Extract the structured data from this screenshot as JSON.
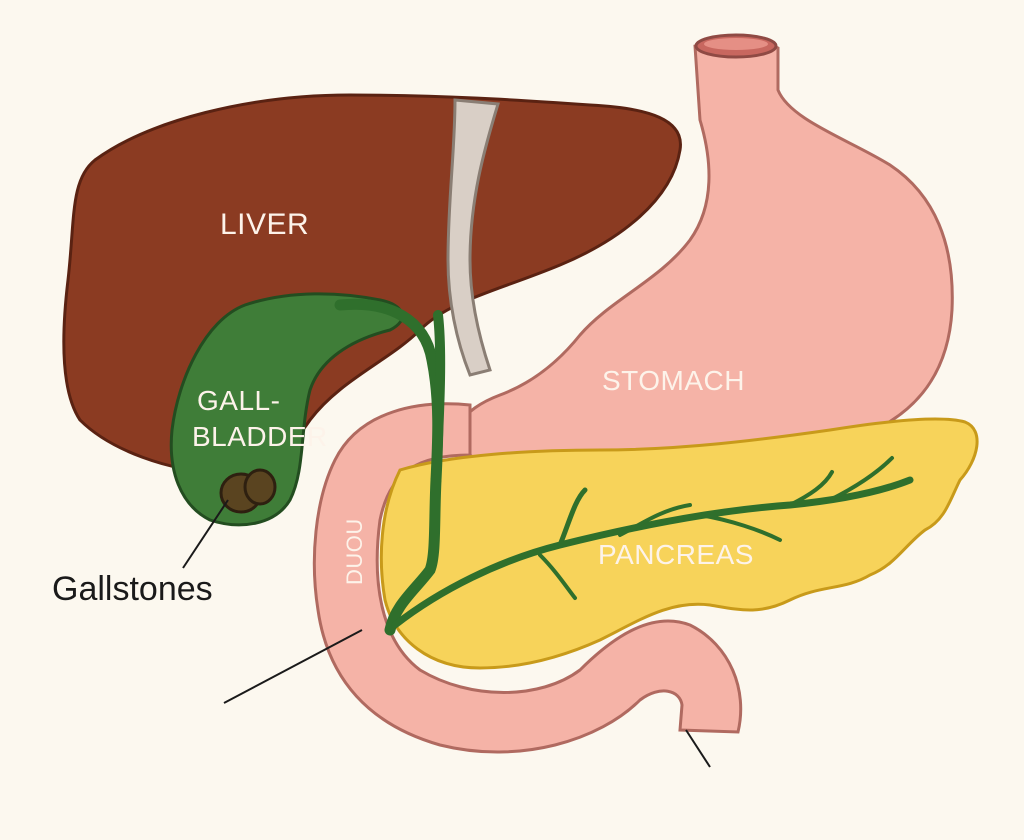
{
  "labels": {
    "liver": "LIVER",
    "stomach": "STOMACH",
    "gallbladder_line1": "GALL-",
    "gallbladder_line2": "BLADDER",
    "pancreas": "PANCREAS",
    "duodenum": "DUOU",
    "gallstones": "Gallstones"
  },
  "colors": {
    "background": "#fcf8ef",
    "liver": "#8b3b22",
    "gallbladder": "#3f7d38",
    "bile_duct": "#2f6f2c",
    "gallstone": "#5a4420",
    "stomach": "#f5b3a7",
    "pancreas": "#f7d35a",
    "ligament": "#d9cfc6",
    "outline": "#2a1a12"
  }
}
